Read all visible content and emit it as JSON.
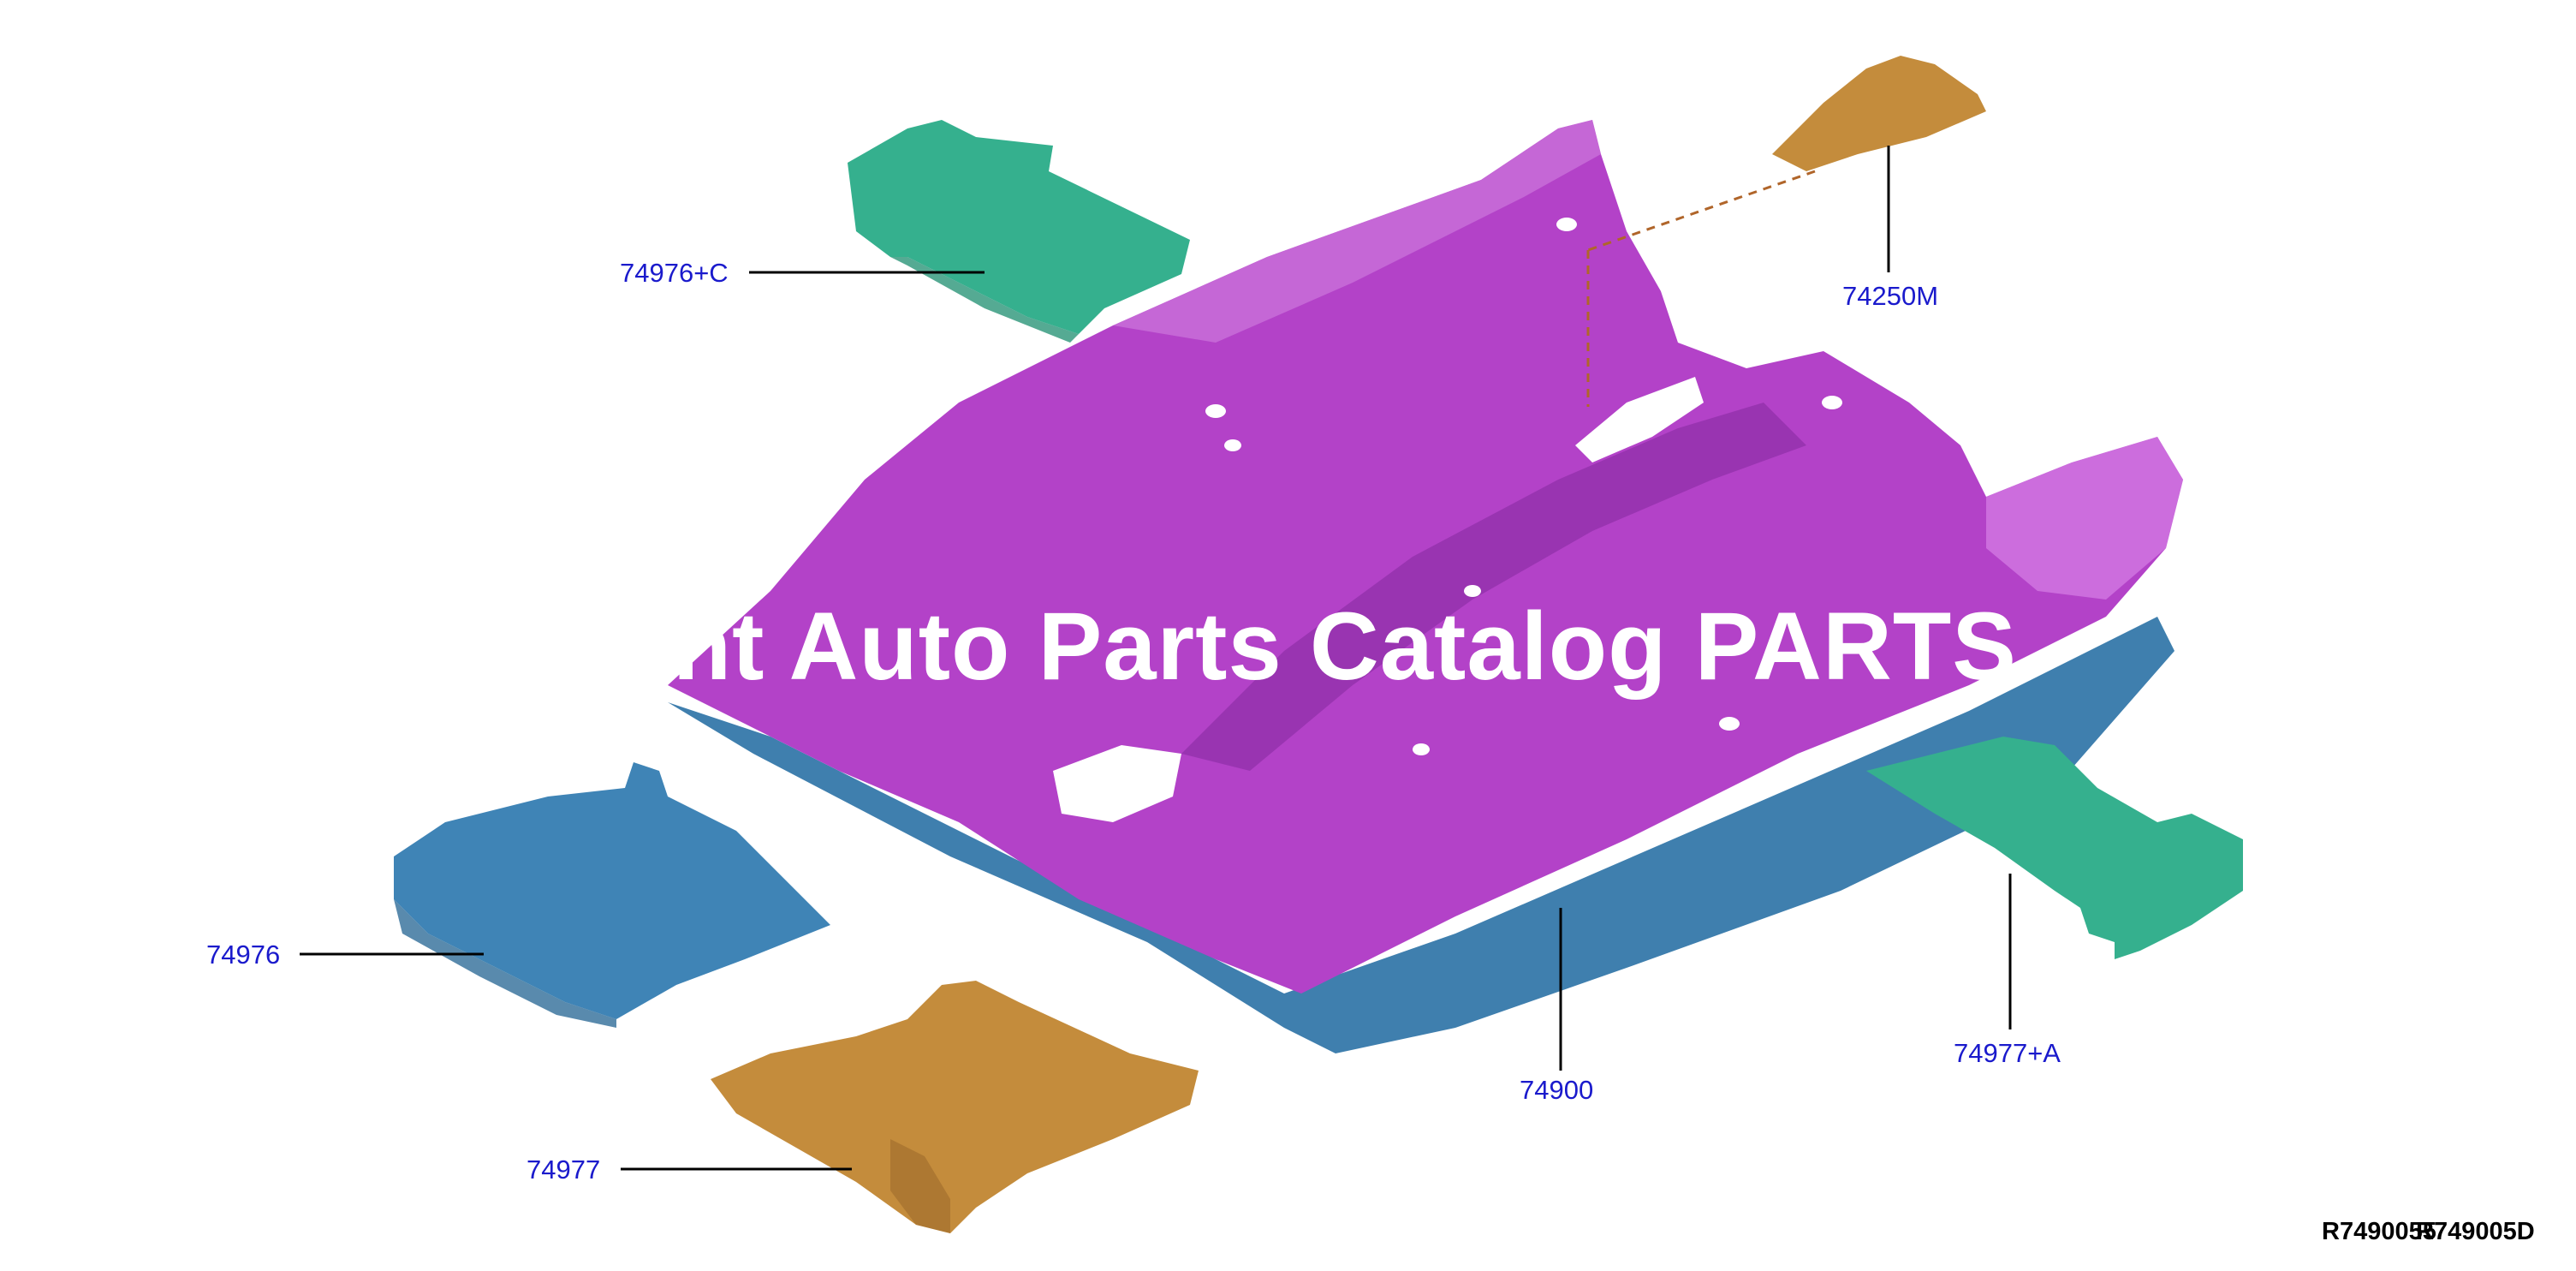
{
  "diagram": {
    "callouts": {
      "p74976c": "74976+C",
      "p74250m": "74250M",
      "p74976": "74976",
      "p74977": "74977",
      "p74900": "74900",
      "p74977a": "74977+A"
    },
    "watermark": "nant Auto Parts Catalog PARTS",
    "reference_codes": [
      "R7490055",
      "R749005D"
    ]
  },
  "colors": {
    "main_carpet": "#b342c8",
    "main_carpet_shade": "#8f2fa6",
    "carpet_underside": "#3f7fae",
    "mat_teal": "#35b08e",
    "mat_blue": "#3f84b6",
    "mat_tan": "#c48c3c",
    "callout_text": "#1a1acc",
    "leader_line": "#000000",
    "dashed_line": "#b0652a"
  }
}
